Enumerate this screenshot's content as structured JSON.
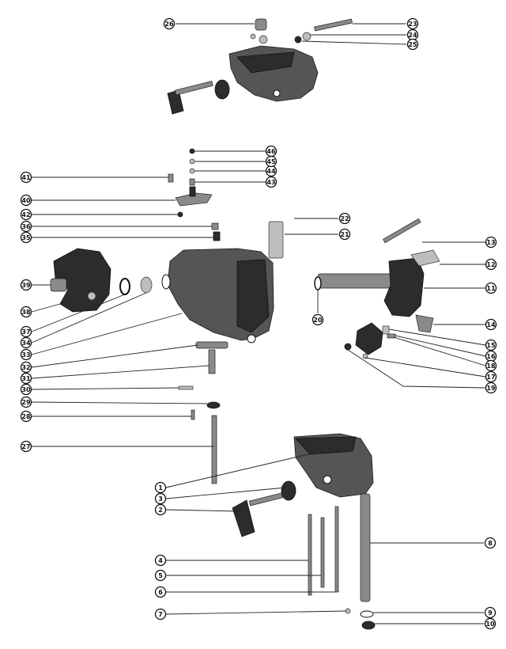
{
  "diagram": {
    "callouts": [
      {
        "num": "1"
      },
      {
        "num": "2"
      },
      {
        "num": "3"
      },
      {
        "num": "4"
      },
      {
        "num": "5"
      },
      {
        "num": "6"
      },
      {
        "num": "7"
      },
      {
        "num": "8"
      },
      {
        "num": "9"
      },
      {
        "num": "10"
      },
      {
        "num": "11"
      },
      {
        "num": "12"
      },
      {
        "num": "13"
      },
      {
        "num": "14"
      },
      {
        "num": "15"
      },
      {
        "num": "16"
      },
      {
        "num": "17"
      },
      {
        "num": "18"
      },
      {
        "num": "19"
      },
      {
        "num": "20"
      },
      {
        "num": "21"
      },
      {
        "num": "22"
      },
      {
        "num": "23"
      },
      {
        "num": "24"
      },
      {
        "num": "25"
      },
      {
        "num": "26"
      },
      {
        "num": "27"
      },
      {
        "num": "28"
      },
      {
        "num": "29"
      },
      {
        "num": "30"
      },
      {
        "num": "31"
      },
      {
        "num": "32"
      },
      {
        "num": "33"
      },
      {
        "num": "34"
      },
      {
        "num": "35"
      },
      {
        "num": "36"
      },
      {
        "num": "37"
      },
      {
        "num": "38"
      },
      {
        "num": "39"
      },
      {
        "num": "40"
      },
      {
        "num": "41"
      },
      {
        "num": "42"
      },
      {
        "num": "43"
      },
      {
        "num": "44"
      },
      {
        "num": "45"
      },
      {
        "num": "46"
      }
    ]
  }
}
